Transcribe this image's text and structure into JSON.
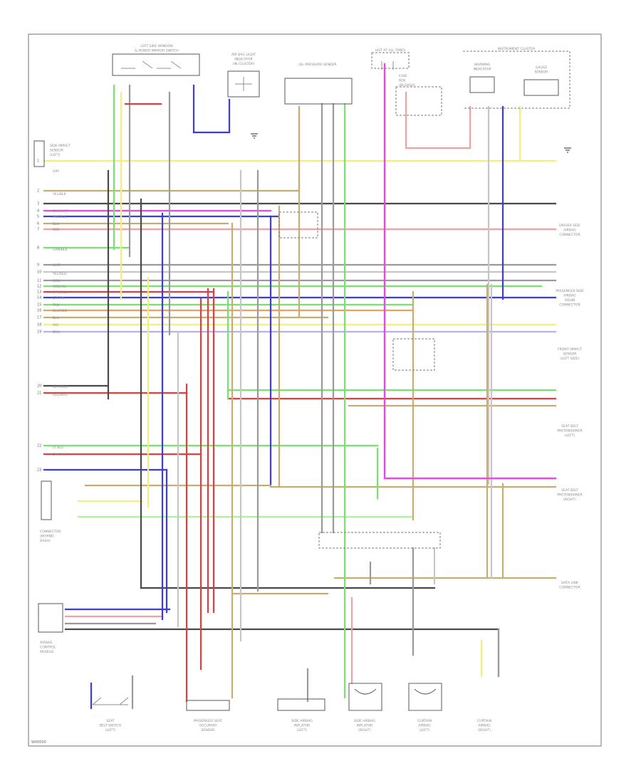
{
  "diagram": {
    "footer_code": "W00000",
    "top_labels": {
      "left_switch": [
        "LEFT SIDE WINDOW",
        "& POWER MIRROR SWITCH"
      ],
      "airbag_light": [
        "AIR BAG LIGHT",
        "INDICATOR",
        "(IN CLUSTER)"
      ],
      "oil_sensor": [
        "OIL PRESSURE SENDER"
      ],
      "fuse_box": [
        "HOT AT ALL TIMES"
      ],
      "fuse": [
        "FUSE",
        "BOX",
        "(IN DASH)"
      ],
      "cluster": [
        "INSTRUMENT CLUSTER"
      ],
      "warning": [
        "WARNING",
        "INDICATOR"
      ],
      "gauge": [
        "GAUGE",
        "SENSOR"
      ]
    },
    "right_labels": [
      [
        "DRIVER SIDE",
        "AIRBAG",
        "CONNECTOR"
      ],
      [
        "PASSENGER SIDE",
        "AIRBAG",
        "SQUIB",
        "CONNECTOR"
      ],
      [
        "FRONT IMPACT",
        "SENSOR",
        "(LEFT SIDE)"
      ],
      [
        "SEAT BELT",
        "PRETENSIONER",
        "(LEFT)"
      ],
      [
        "SEAT BELT",
        "PRETENSIONER",
        "(RIGHT)"
      ],
      [
        "DATA LINK",
        "CONNECTOR"
      ]
    ],
    "left_labels": {
      "top_sensor": [
        "SIDE IMPACT",
        "SENSOR",
        "(LEFT)"
      ],
      "mid_connector": [
        "CONNECTOR",
        "(BEHIND",
        "DASH)"
      ],
      "bottom_module": [
        "AIRBAG",
        "CONTROL",
        "MODULE"
      ]
    },
    "bottom_labels": [
      [
        "SEAT",
        "BELT SWITCH",
        "(LEFT)"
      ],
      [
        "PASSENGER SEAT",
        "OCCUPANT",
        "SENSOR"
      ],
      [
        "SIDE AIRBAG",
        "INFLATOR",
        "(LEFT)"
      ],
      [
        "SIDE AIRBAG",
        "INFLATOR",
        "(RIGHT)"
      ],
      [
        "CURTAIN",
        "AIRBAG",
        "(LEFT)"
      ],
      [
        "CURTAIN",
        "AIRBAG",
        "(RIGHT)"
      ]
    ],
    "wire_labels": {
      "left_pins": [
        "1",
        "2",
        "3",
        "4",
        "5",
        "6",
        "7",
        "8",
        "9",
        "10",
        "11",
        "12",
        "13",
        "14",
        "15",
        "16",
        "17",
        "18",
        "19",
        "20",
        "21",
        "22",
        "23"
      ],
      "codes": [
        "GRY",
        "YEL/BLK",
        "BLU/WHT",
        "PNK/BLK",
        "BLU",
        "RED",
        "GRN/BLK",
        "WHT",
        "YEL/RED",
        "GRN",
        "RED/YEL",
        "ORN/BLU",
        "LT GRN",
        "TAN",
        "BLU/RED",
        "BLK",
        "VIO",
        "BRN",
        "WHT/BLK",
        "RED/WHT",
        "LT BLU",
        "DK GRN"
      ]
    },
    "colors": {
      "yellow": "#f2f07a",
      "green": "#76e36e",
      "blue": "#3a3ae6",
      "red": "#e83c3c",
      "magenta": "#ee44ee",
      "gray": "#9a9a9a",
      "tan": "#c7ad72",
      "pink": "#f2a0a0",
      "violet": "#b7b0f5",
      "black": "#4a4a4a",
      "lightgreen": "#a9f59b",
      "orange": "#e8a35a",
      "lightgray": "#c6c6c6"
    }
  }
}
